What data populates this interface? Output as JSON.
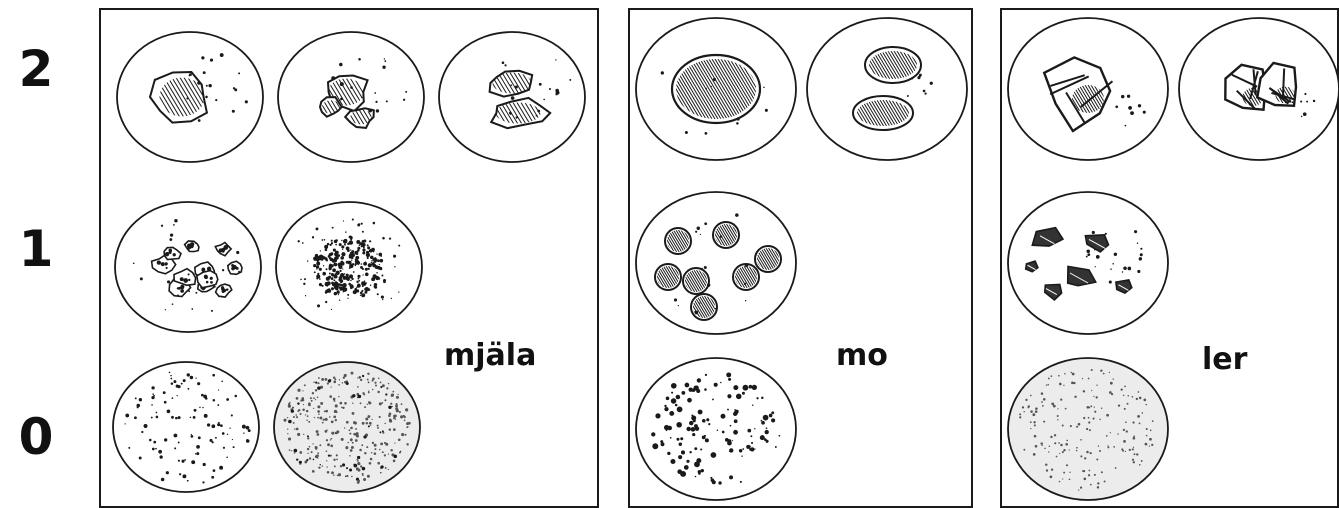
{
  "row_labels": [
    "2",
    "1",
    "0"
  ],
  "panels": [
    {
      "label": "mjäla",
      "dishes": {
        "2": 3,
        "1": 2,
        "0": 2
      }
    },
    {
      "label": "mo",
      "dishes": {
        "2": 2,
        "1": 1,
        "0": 1
      }
    },
    {
      "label": "ler",
      "dishes": {
        "2": 2,
        "1": 1,
        "0": 1
      }
    }
  ],
  "colors": {
    "ink": "#1a1a1a",
    "background": "#ffffff"
  }
}
